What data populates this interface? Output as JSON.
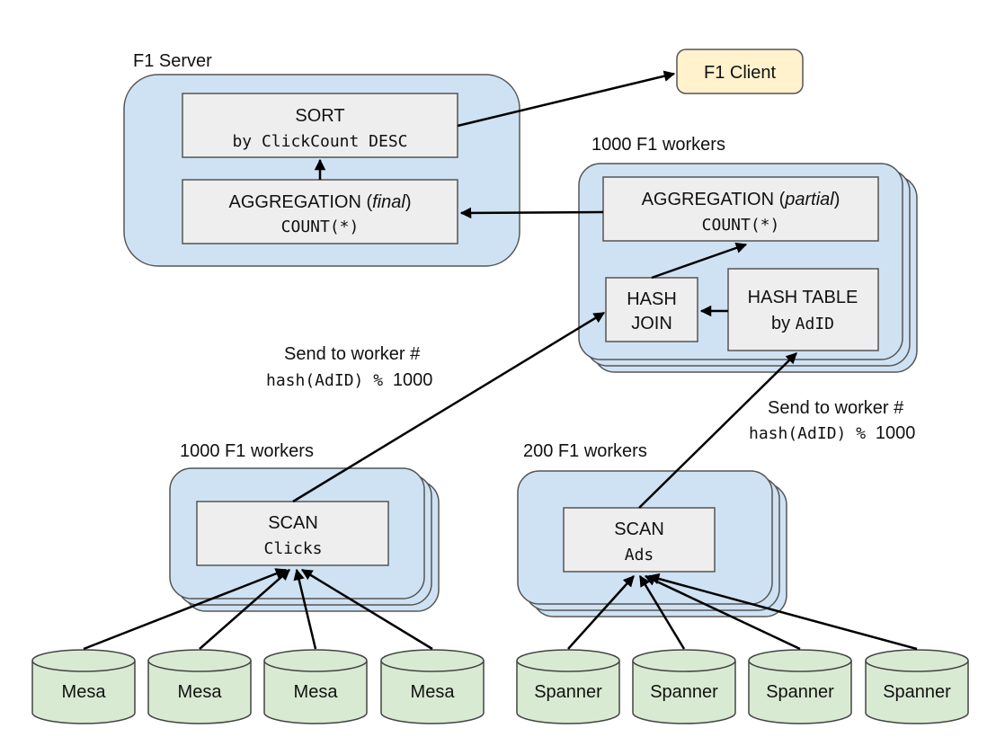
{
  "server": {
    "title": "F1 Server"
  },
  "client": {
    "label": "F1 Client"
  },
  "sort": {
    "line1": "SORT",
    "line2": "by ClickCount DESC"
  },
  "agg_final": {
    "line1_pre": "AGGREGATION (",
    "line1_em": "final",
    "line1_post": ")",
    "line2": "COUNT(*)"
  },
  "join_workers": {
    "title": "1000 F1 workers"
  },
  "agg_partial": {
    "line1_pre": "AGGREGATION (",
    "line1_em": "partial",
    "line1_post": ")",
    "line2": "COUNT(*)"
  },
  "hash_join": {
    "line1": "HASH",
    "line2": "JOIN"
  },
  "hash_table": {
    "line1": "HASH TABLE",
    "line2_pre": "by ",
    "line2_mono": "AdID"
  },
  "send_left": {
    "line1": "Send to worker #",
    "line2_mono": "hash(AdID) % ",
    "line2_num": "1000"
  },
  "send_right": {
    "line1": "Send to worker #",
    "line2_mono": "hash(AdID) % ",
    "line2_num": "1000"
  },
  "clicks_workers": {
    "title": "1000 F1 workers"
  },
  "scan_clicks": {
    "line1": "SCAN",
    "line2": "Clicks"
  },
  "ads_workers": {
    "title": "200 F1 workers"
  },
  "scan_ads": {
    "line1": "SCAN",
    "line2": "Ads"
  },
  "mesa": [
    "Mesa",
    "Mesa",
    "Mesa",
    "Mesa"
  ],
  "spanner": [
    "Spanner",
    "Spanner",
    "Spanner",
    "Spanner"
  ],
  "colors": {
    "group": "#cfe2f3",
    "box": "#eeeeee",
    "client": "#fff2cc",
    "storage": "#d9ead3"
  }
}
